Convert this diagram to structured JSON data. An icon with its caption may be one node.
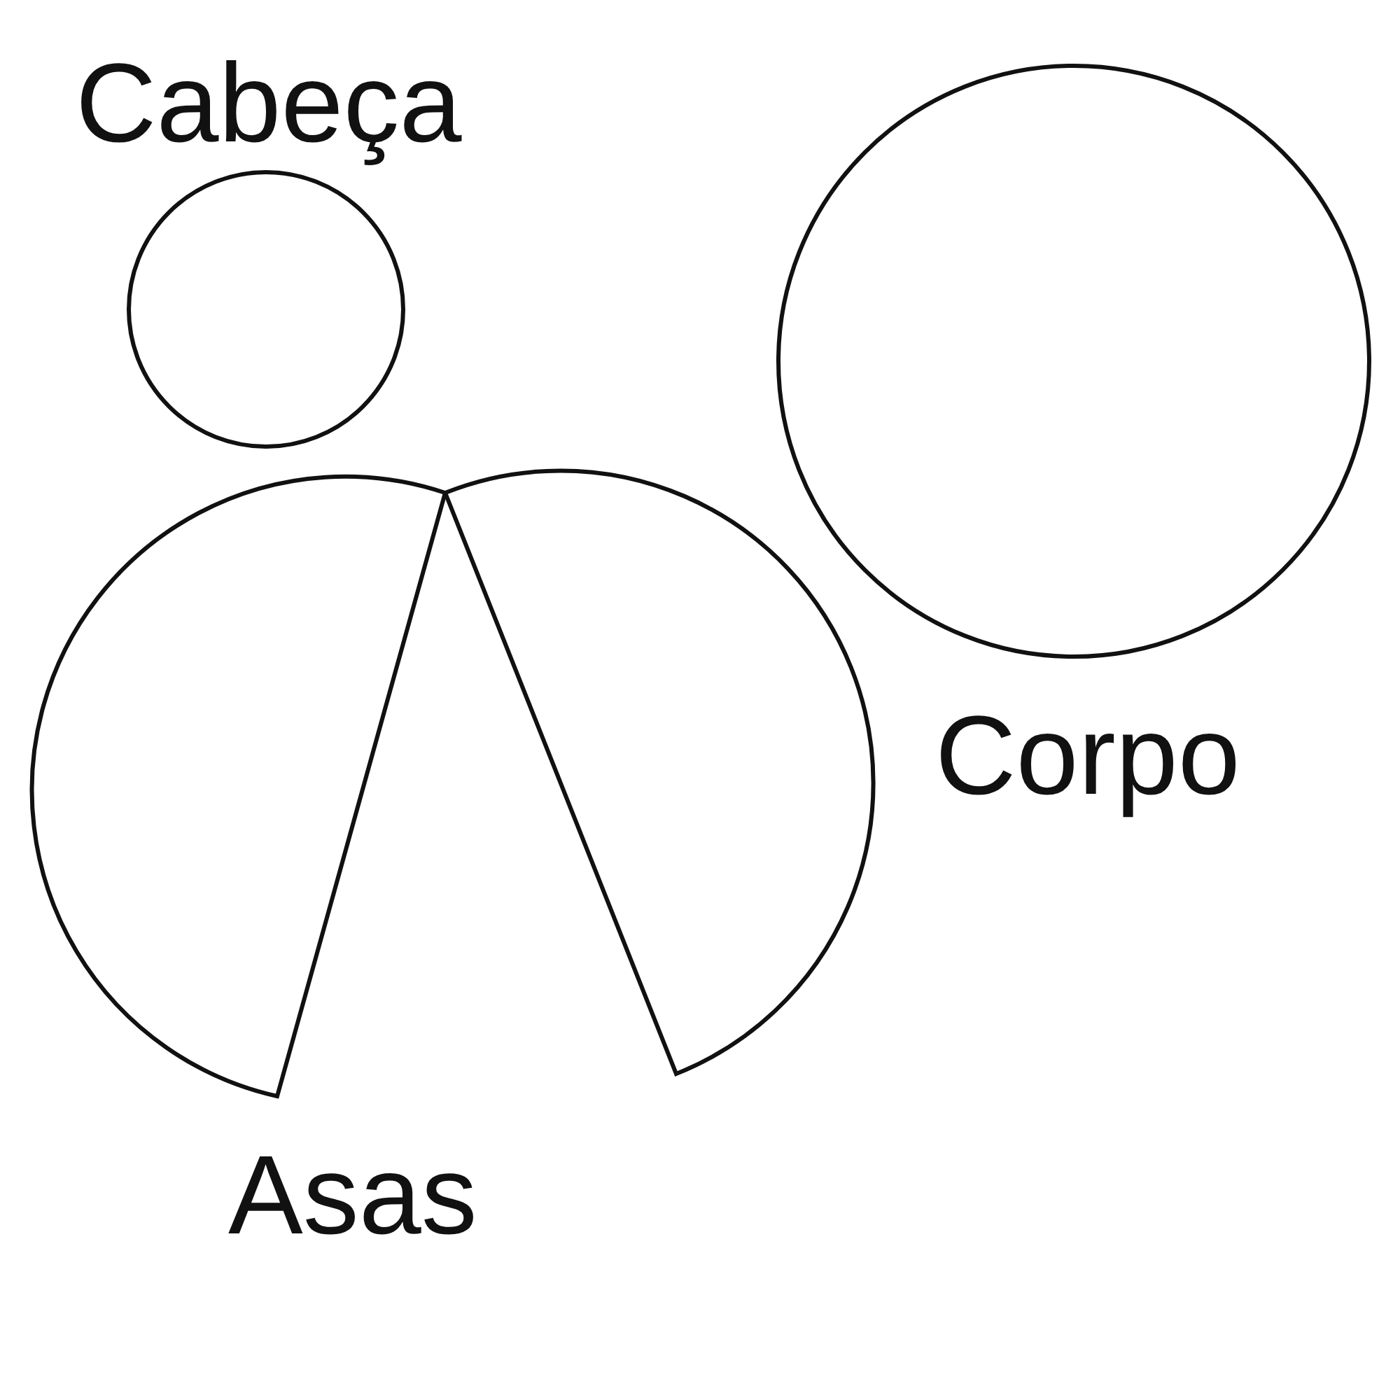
{
  "diagram": {
    "nodes": [
      {
        "text": [
          "Cabeça"
        ]
      },
      {
        "text": [
          "Corpo"
        ]
      },
      {
        "text": [
          "Asas"
        ]
      }
    ]
  }
}
